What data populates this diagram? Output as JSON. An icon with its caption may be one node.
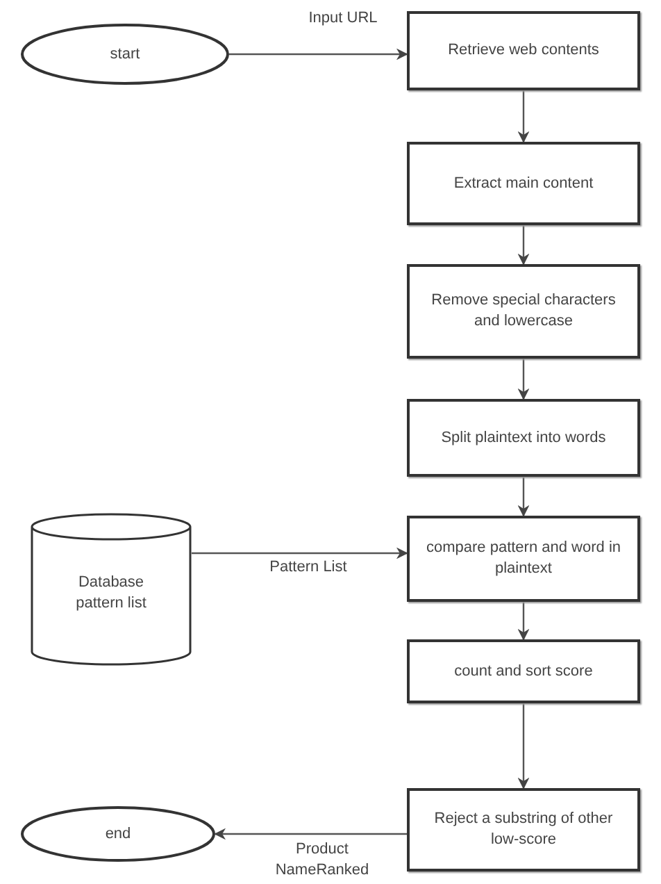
{
  "diagram": {
    "nodes": [
      {
        "text": [
          "start"
        ]
      },
      {
        "text": [
          "Retrieve web contents"
        ]
      },
      {
        "text": [
          "Extract main content"
        ]
      },
      {
        "text": [
          "Remove special characters and lowercase"
        ]
      },
      {
        "text": [
          "Split plaintext into words"
        ]
      },
      {
        "text": [
          "Database pattern list"
        ]
      },
      {
        "text": [
          "compare pattern and word in plaintext"
        ]
      },
      {
        "text": [
          "count and sort score"
        ]
      },
      {
        "text": [
          "Reject a substring of other low-score"
        ]
      },
      {
        "text": [
          "end"
        ]
      }
    ],
    "edges": [
      {
        "from": 0,
        "to": 1,
        "arrow": "to",
        "label": "Input URL"
      },
      {
        "from": 1,
        "to": 2,
        "arrow": "to"
      },
      {
        "from": 2,
        "to": 3,
        "arrow": "to"
      },
      {
        "from": 3,
        "to": 4,
        "arrow": "to"
      },
      {
        "from": 4,
        "to": 6,
        "arrow": "to"
      },
      {
        "from": 5,
        "to": 6,
        "arrow": "to",
        "label": "Pattern List"
      },
      {
        "from": 6,
        "to": 7,
        "arrow": "to"
      },
      {
        "from": 7,
        "to": 8,
        "arrow": "to"
      },
      {
        "from": 8,
        "to": 9,
        "arrow": "to",
        "label": "Product NameRanked"
      }
    ]
  }
}
